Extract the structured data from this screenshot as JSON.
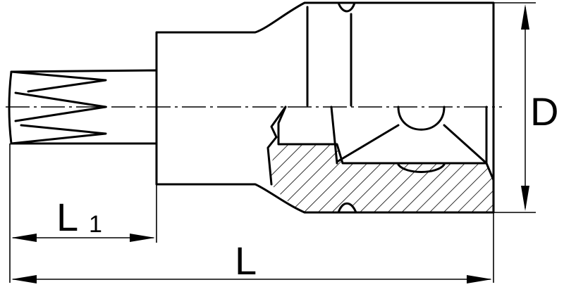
{
  "labels": {
    "diameter": "D",
    "overall_length": "L",
    "bit_length": "L",
    "bit_length_subscript": "1"
  }
}
